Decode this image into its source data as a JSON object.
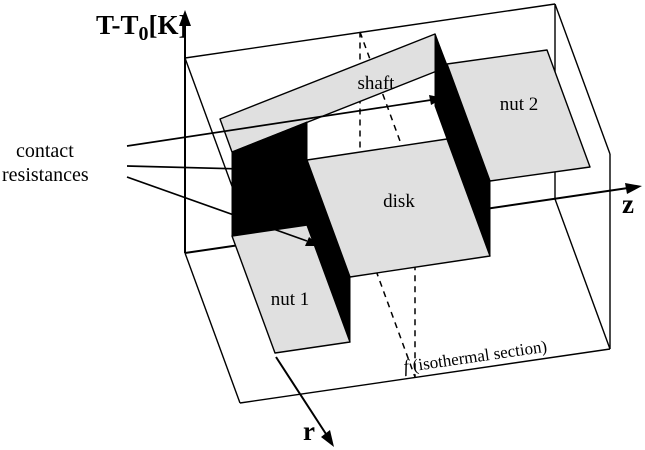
{
  "figure": {
    "background": "#ffffff",
    "ink": "#000000",
    "surface_gray": "#e0e0e0",
    "axis_labels": {
      "temperature_main": "T-T",
      "temperature_sub": "0",
      "temperature_unit": "[K]",
      "z": "z",
      "r": "r"
    },
    "component_labels": {
      "shaft": "shaft",
      "disk": "disk",
      "nut1": "nut 1",
      "nut2": "nut 2"
    },
    "annotations": {
      "contact_line1": "contact",
      "contact_line2": "resistances",
      "section_symbol": "f",
      "section_text": " (isothermal section)"
    }
  }
}
